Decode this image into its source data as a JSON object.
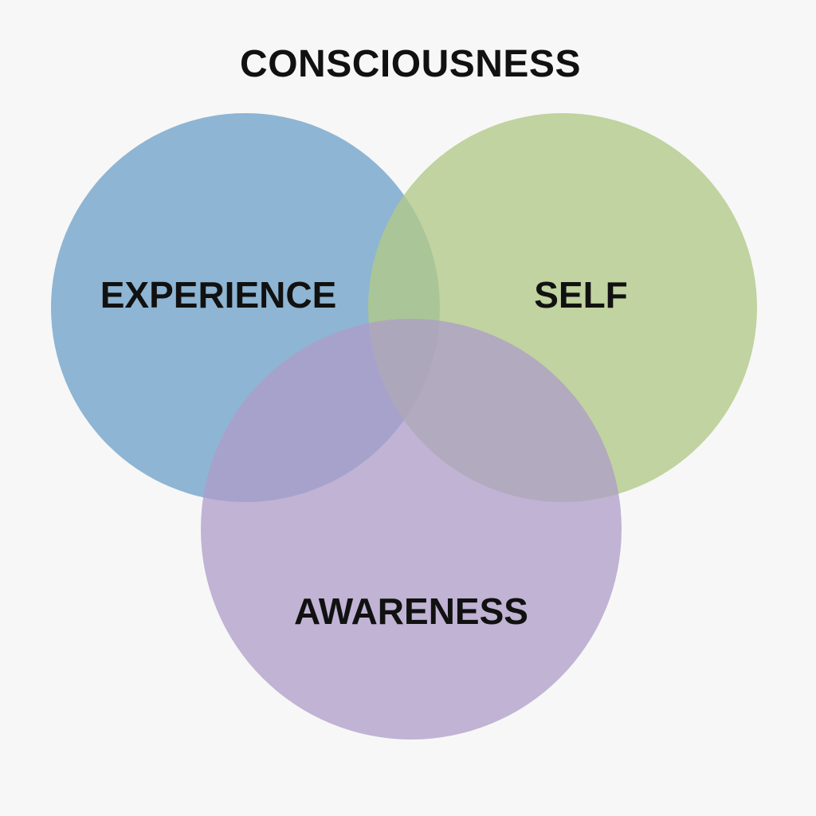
{
  "diagram": {
    "title": "CONSCIOUSNESS",
    "text_color": "#111111",
    "sets": [
      {
        "label": "EXPERIENCE",
        "color": "#7facce"
      },
      {
        "label": "SELF",
        "color": "#b1c98a"
      },
      {
        "label": "AWARENESS",
        "color": "#ae9cc8"
      }
    ]
  }
}
